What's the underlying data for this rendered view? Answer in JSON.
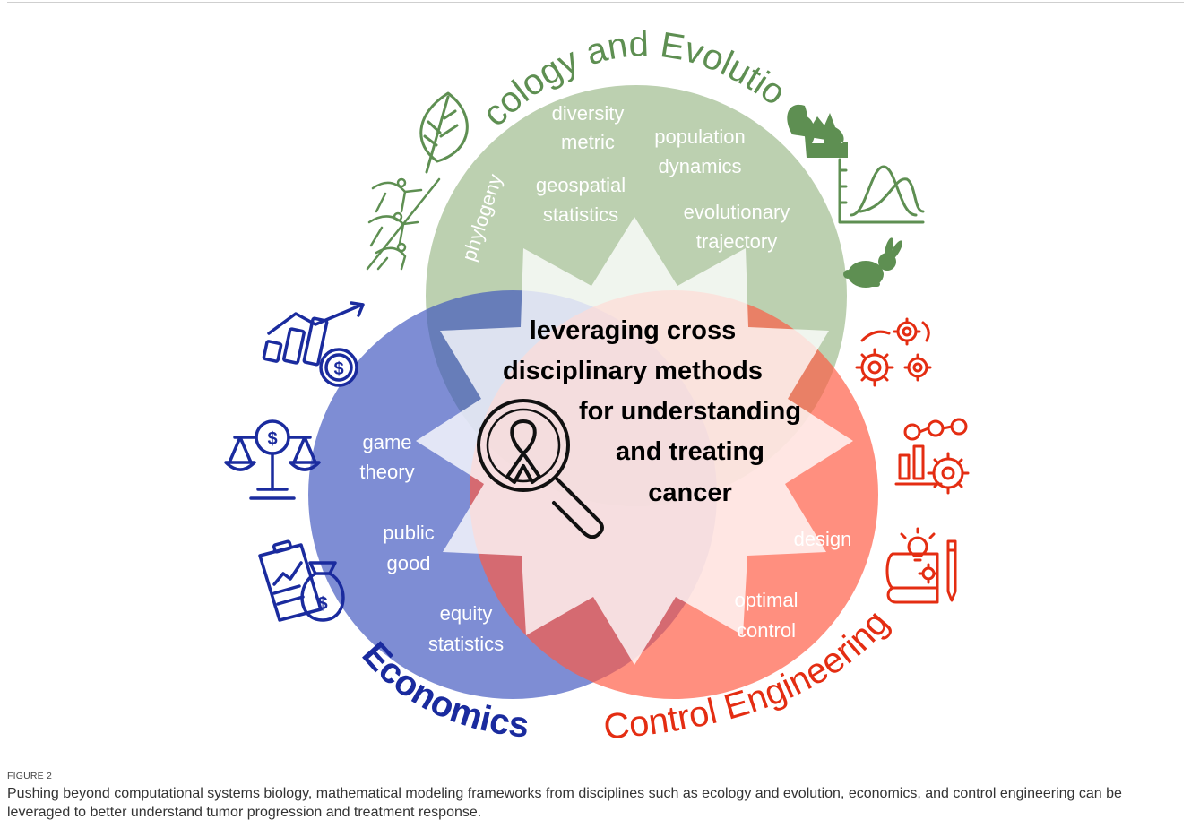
{
  "figure": {
    "colors": {
      "ecology": "#5e8f52",
      "economics": "#1a2b9e",
      "control": "#e42d12",
      "ecology_fill": "#a9c39a",
      "economics_fill": "#6b7dd0",
      "control_fill": "#ff7a66",
      "term_text": "#ffffff",
      "center_text": "#000000"
    },
    "titles": {
      "ecology": "Ecology and Evolution",
      "economics": "Economics",
      "control": "Control Engineering"
    },
    "ecology_terms": {
      "diversity_1": "diversity",
      "diversity_2": "metric",
      "population_1": "population",
      "population_2": "dynamics",
      "geospatial_1": "geospatial",
      "geospatial_2": "statistics",
      "phylogeny": "phylogeny",
      "evolutionary_1": "evolutionary",
      "evolutionary_2": "trajectory"
    },
    "economics_terms": {
      "game_1": "game",
      "game_2": "theory",
      "public_1": "public",
      "public_2": "good",
      "equity_1": "equity",
      "equity_2": "statistics"
    },
    "control_terms": {
      "design": "design",
      "optimal_1": "optimal",
      "optimal_2": "control"
    },
    "center": {
      "line1": "leveraging cross",
      "line2": "disciplinary methods",
      "line3": "for understanding",
      "line4": "and treating",
      "line5": "cancer"
    },
    "icons": {
      "ecology": [
        "leaf-icon",
        "human-evolution-icon",
        "fox-icon",
        "distribution-curve-icon",
        "rabbit-icon"
      ],
      "economics": [
        "growth-chart-dollar-icon",
        "balance-scale-dollar-icon",
        "money-bag-report-icon"
      ],
      "control": [
        "gears-icon",
        "process-gears-icon",
        "design-blueprint-icon"
      ],
      "center": "cancer-ribbon-magnifier-icon"
    }
  },
  "caption": {
    "label": "FIGURE 2",
    "text": "Pushing beyond computational systems biology, mathematical modeling frameworks from disciplines such as ecology and evolution, economics, and control engineering can be leveraged to better understand tumor progression and treatment response."
  }
}
